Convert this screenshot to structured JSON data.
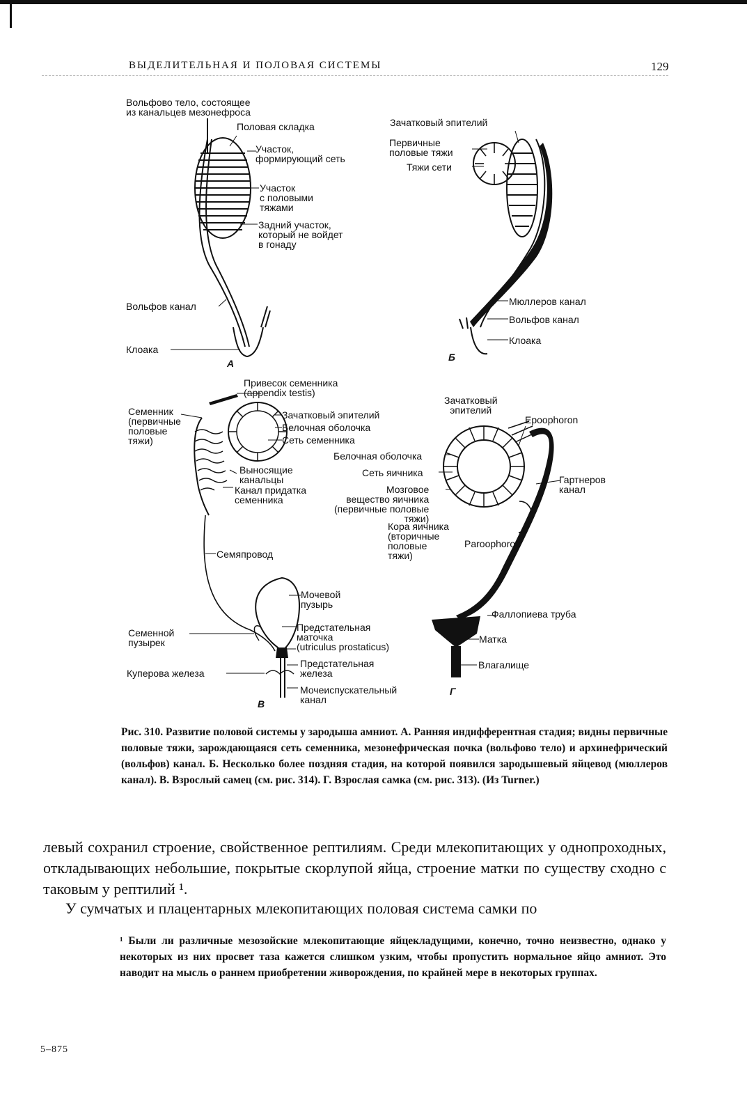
{
  "header": {
    "running_title": "ВЫДЕЛИТЕЛЬНАЯ И ПОЛОВАЯ СИСТЕМЫ",
    "page_number": "129"
  },
  "figure": {
    "panel_a": {
      "letter": "А",
      "wolffian_body": "Вольфово тело, состоящее\nиз канальцев мезонефроса",
      "genital_fold": "Половая складка",
      "rete_part": "Участок,\nформирующий сеть",
      "cords_part": "Участок\nс половыми\nтяжами",
      "posterior_part": "Задний участок,\nкоторый не войдет\nв гонаду",
      "wolffian_duct": "Вольфов канал",
      "cloaca": "Клоака"
    },
    "panel_b": {
      "letter": "Б",
      "germinal_epithelium": "Зачатковый эпителий",
      "primary_cords": "Первичные\nполовые тяжи",
      "rete_cords": "Тяжи сети",
      "mullerian_duct": "Мюллеров канал",
      "wolffian_duct": "Вольфов канал",
      "cloaca": "Клоака"
    },
    "panel_v": {
      "letter": "В",
      "appendix_testis": "Привесок семенника\n(appendix testis)",
      "testis": "Семенник\n(первичные\nполовые\nтяжи)",
      "germinal_epithelium": "Зачатковый эпителий",
      "tunica": "Белочная оболочка",
      "rete_testis": "Сеть семенника",
      "efferent": "Выносящие\nканальцы",
      "epididymis": "Канал придатка\nсеменника",
      "vas_deferens": "Семяпровод",
      "bladder": "Мочевой\nпузырь",
      "seminal_vesicle": "Семенной\nпузырек",
      "utriculus": "Предстательная\nматочка\n(utriculus prostaticus)",
      "prostate": "Предстательная\nжелеза",
      "cowper": "Куперова железа",
      "urethra": "Мочеиспускательный\nканал"
    },
    "panel_g": {
      "letter": "Г",
      "germinal_epithelium": "Зачатковый\nэпителий",
      "epoophoron": "Epoophoron",
      "tunica": "Белочная оболочка",
      "rete_ovarii": "Сеть яичника",
      "medulla": "Мозговое\nвещество яичника\n(первичные половые\nтяжи)",
      "cortex": "Кора яичника\n(вторичные\nполовые\nтяжи)",
      "paroophoron": "Paroophoron",
      "gartner": "Гартнеров\nканал",
      "fallopian": "Фаллопиева труба",
      "uterus": "Матка",
      "vagina": "Влагалище"
    }
  },
  "caption": "Рис. 310. Развитие половой системы у зародыша амниот. А. Ранняя индифферентная стадия; видны первичные половые тяжи, зарождающаяся сеть семенника, мезонефрическая почка (вольфово тело) и архинефрический (вольфов) канал. Б. Несколько более поздняя стадия, на которой появился зародышевый яйцевод (мюллеров канал). В. Взрослый самец (см. рис. 314). Г. Взрослая самка (см. рис. 313). (Из Turner.)",
  "body": {
    "p1": "левый сохранил строение, свойственное рептилиям. Среди млекопитающих у однопроходных, откладывающих небольшие, покрытые скорлупой яйца, строение матки по существу сходно с таковым у рептилий ¹.",
    "p2": "У сумчатых и плацентарных млекопитающих половая система самки по"
  },
  "footnote": "¹ Были ли различные мезозойские млекопитающие яйцекладущими, конечно, точно неизвестно, однако у некоторых из них просвет таза кажется слишком узким, чтобы пропустить нормальное яйцо амниот. Это наводит на мысль о раннем приобретении живорождения, по крайней мере в некоторых группах.",
  "signature": "5–875"
}
